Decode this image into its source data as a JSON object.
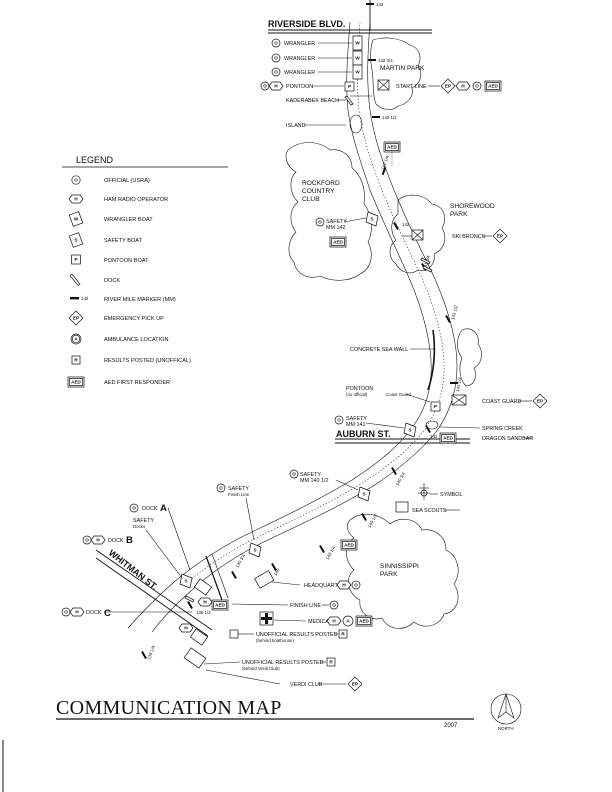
{
  "streets": {
    "riverside": "RIVERSIDE BLVD.",
    "auburn": "AUBURN ST.",
    "whitman": "WHITMAN ST."
  },
  "legend": {
    "title": "LEGEND",
    "items": [
      {
        "symbol": "O",
        "label": "OFFICIAL (USRA)"
      },
      {
        "symbol": "H",
        "label": "HAM RADIO OPERATOR"
      },
      {
        "symbol": "W",
        "label": "WRANGLER BOAT"
      },
      {
        "symbol": "S",
        "label": "SAFETY BOAT"
      },
      {
        "symbol": "P",
        "label": "PONTOON BOAT"
      },
      {
        "symbol": "",
        "label": "DOCK"
      },
      {
        "symbol": "142",
        "label": "RIVER MILE MARKER (MM)"
      },
      {
        "symbol": "EP",
        "label": "EMERGENCY PICK UP"
      },
      {
        "symbol": "A",
        "label": "AMBULANCE LOCATION"
      },
      {
        "symbol": "R",
        "label": "RESULTS POSTED (UNOFFICAL)"
      },
      {
        "symbol": "AED",
        "label": "AED FIRST RESPONDER"
      }
    ]
  },
  "labels": {
    "wrangler_1": "WRANGLER",
    "wrangler_2": "WRANGLER",
    "wrangler_3": "WRANGLER",
    "pontoon": "PONTOON",
    "kaderabek": "KADERABEK BEACH",
    "island": "ISLAND",
    "martin_park": "MARTIN PARK",
    "start_line": "START LINE",
    "rockford_cc_1": "ROCKFORD",
    "rockford_cc_2": "COUNTRY",
    "rockford_cc_3": "CLUB",
    "safety_142_a": "SAFETY",
    "safety_142_b": "MM 142",
    "shorewood_1": "SHOREWOOD",
    "shorewood_2": "PARK",
    "ski_broncs": "SKI BRONCS",
    "sea_wall": "CONCRETE SEA WALL",
    "pontoon_cg_1": "PONTOON",
    "pontoon_cg_2": "(no official)",
    "pontoon_cg_3": "Coast Guard",
    "coast_guard": "COAST GUARD",
    "safety_141_a": "SAFETY",
    "safety_141_b": "MM 141",
    "spring_creek": "SPRING CREEK",
    "dragon_sandbar": "DRAGON SANDBAR",
    "safety_1405_a": "SAFETY",
    "safety_1405_b": "MM 140 1/2",
    "symbol": "SYMBOL",
    "sea_scouts": "SEA SCOUTS",
    "safety_finish_a": "SAFETY",
    "safety_finish_b": "Finish Line",
    "safety_docks_a": "SAFETY",
    "safety_docks_b": "Docks",
    "dock_a": "DOCK",
    "dock_a_letter": "A",
    "dock_b": "DOCK",
    "dock_b_letter": "B",
    "dock_c": "DOCK",
    "dock_c_letter": "C",
    "sinnissippi_1": "SINNISSIPPI",
    "sinnissippi_2": "PARK",
    "headquarters": "HEADQUARTERS",
    "finish_line": "FINISH LINE",
    "medical": "MEDICAL",
    "unofficial_1_a": "UNOFFICIAL RESULTS POSTED",
    "unofficial_1_b": "(behind boathouse)",
    "unofficial_2_a": "UNOFFICIAL RESULTS POSTED",
    "unofficial_2_b": "(behind Verdi Club)",
    "verdi_club": "VERDI CLUB"
  },
  "markers": {
    "mm143": "143",
    "mm142_34": "142 3/4",
    "mm142_12": "142 1/2",
    "mm142_14": "142 1/4",
    "mm142": "142",
    "mm141_34": "141 3/4",
    "mm141_12": "141 1/2",
    "mm141_14": "141 1/4",
    "mm141": "141",
    "mm140_34": "140 3/4",
    "mm140_12": "140 1/2",
    "mm140_14": "140 1/4",
    "mm140": "140",
    "mm139_34": "139 3/4",
    "mm139_12": "139 1/2",
    "mm139_14": "139 1/4"
  },
  "footer": {
    "title": "COMMUNICATION MAP",
    "year": "2007",
    "north": "NORTH"
  }
}
